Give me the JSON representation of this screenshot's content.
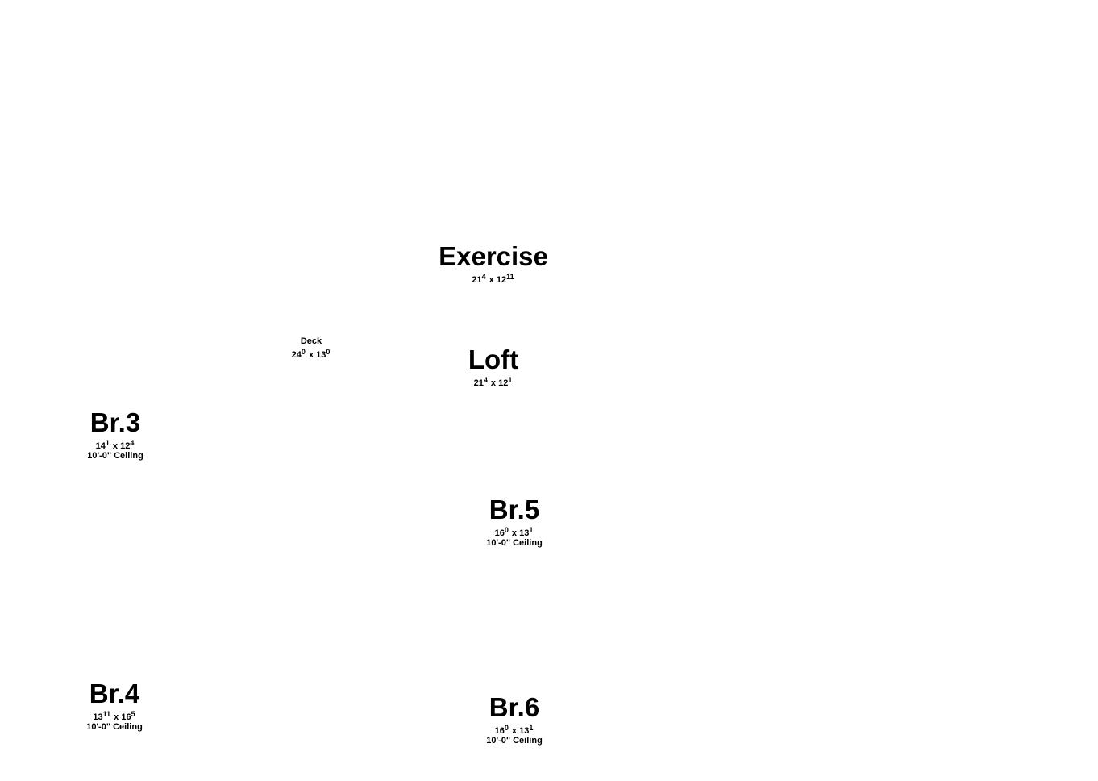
{
  "rooms": [
    {
      "id": "exercise",
      "name": "Exercise",
      "w": "21",
      "wi": "4",
      "h": "12",
      "hi": "11",
      "ceiling": null
    },
    {
      "id": "deck",
      "name": "Deck",
      "w": "24",
      "wi": "0",
      "h": "13",
      "hi": "0",
      "ceiling": null
    },
    {
      "id": "loft",
      "name": "Loft",
      "w": "21",
      "wi": "4",
      "h": "12",
      "hi": "1",
      "ceiling": null
    },
    {
      "id": "br3",
      "name": "Br.3",
      "w": "14",
      "wi": "1",
      "h": "12",
      "hi": "4",
      "ceiling": "10'-0\" Ceiling"
    },
    {
      "id": "br5",
      "name": "Br.5",
      "w": "16",
      "wi": "0",
      "h": "13",
      "hi": "1",
      "ceiling": "10'-0\" Ceiling"
    },
    {
      "id": "br4",
      "name": "Br.4",
      "w": "13",
      "wi": "11",
      "h": "16",
      "hi": "5",
      "ceiling": "10'-0\" Ceiling"
    },
    {
      "id": "br6",
      "name": "Br.6",
      "w": "16",
      "wi": "0",
      "h": "13",
      "hi": "1",
      "ceiling": "10'-0\" Ceiling"
    }
  ],
  "separator": "x"
}
